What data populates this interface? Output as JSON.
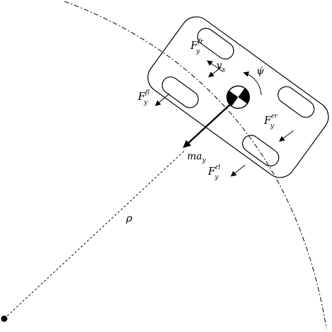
{
  "diagram": {
    "labels": {
      "fy_front_right": {
        "base": "F",
        "sub": "y",
        "sup": "fr"
      },
      "fy_front_left": {
        "base": "F",
        "sub": "y",
        "sup": "fl"
      },
      "fy_rear_right": {
        "base": "F",
        "sub": "y",
        "sup": "rr"
      },
      "fy_rear_left": {
        "base": "F",
        "sub": "y",
        "sup": "rl"
      },
      "vx": {
        "base": "v",
        "sub": "x"
      },
      "yaw_rate": "ψ̇",
      "lateral_accel": {
        "base": "ma",
        "sub": "y"
      },
      "radius": "ρ"
    },
    "colors": {
      "stroke": "#000000",
      "background": "#ffffff"
    }
  }
}
